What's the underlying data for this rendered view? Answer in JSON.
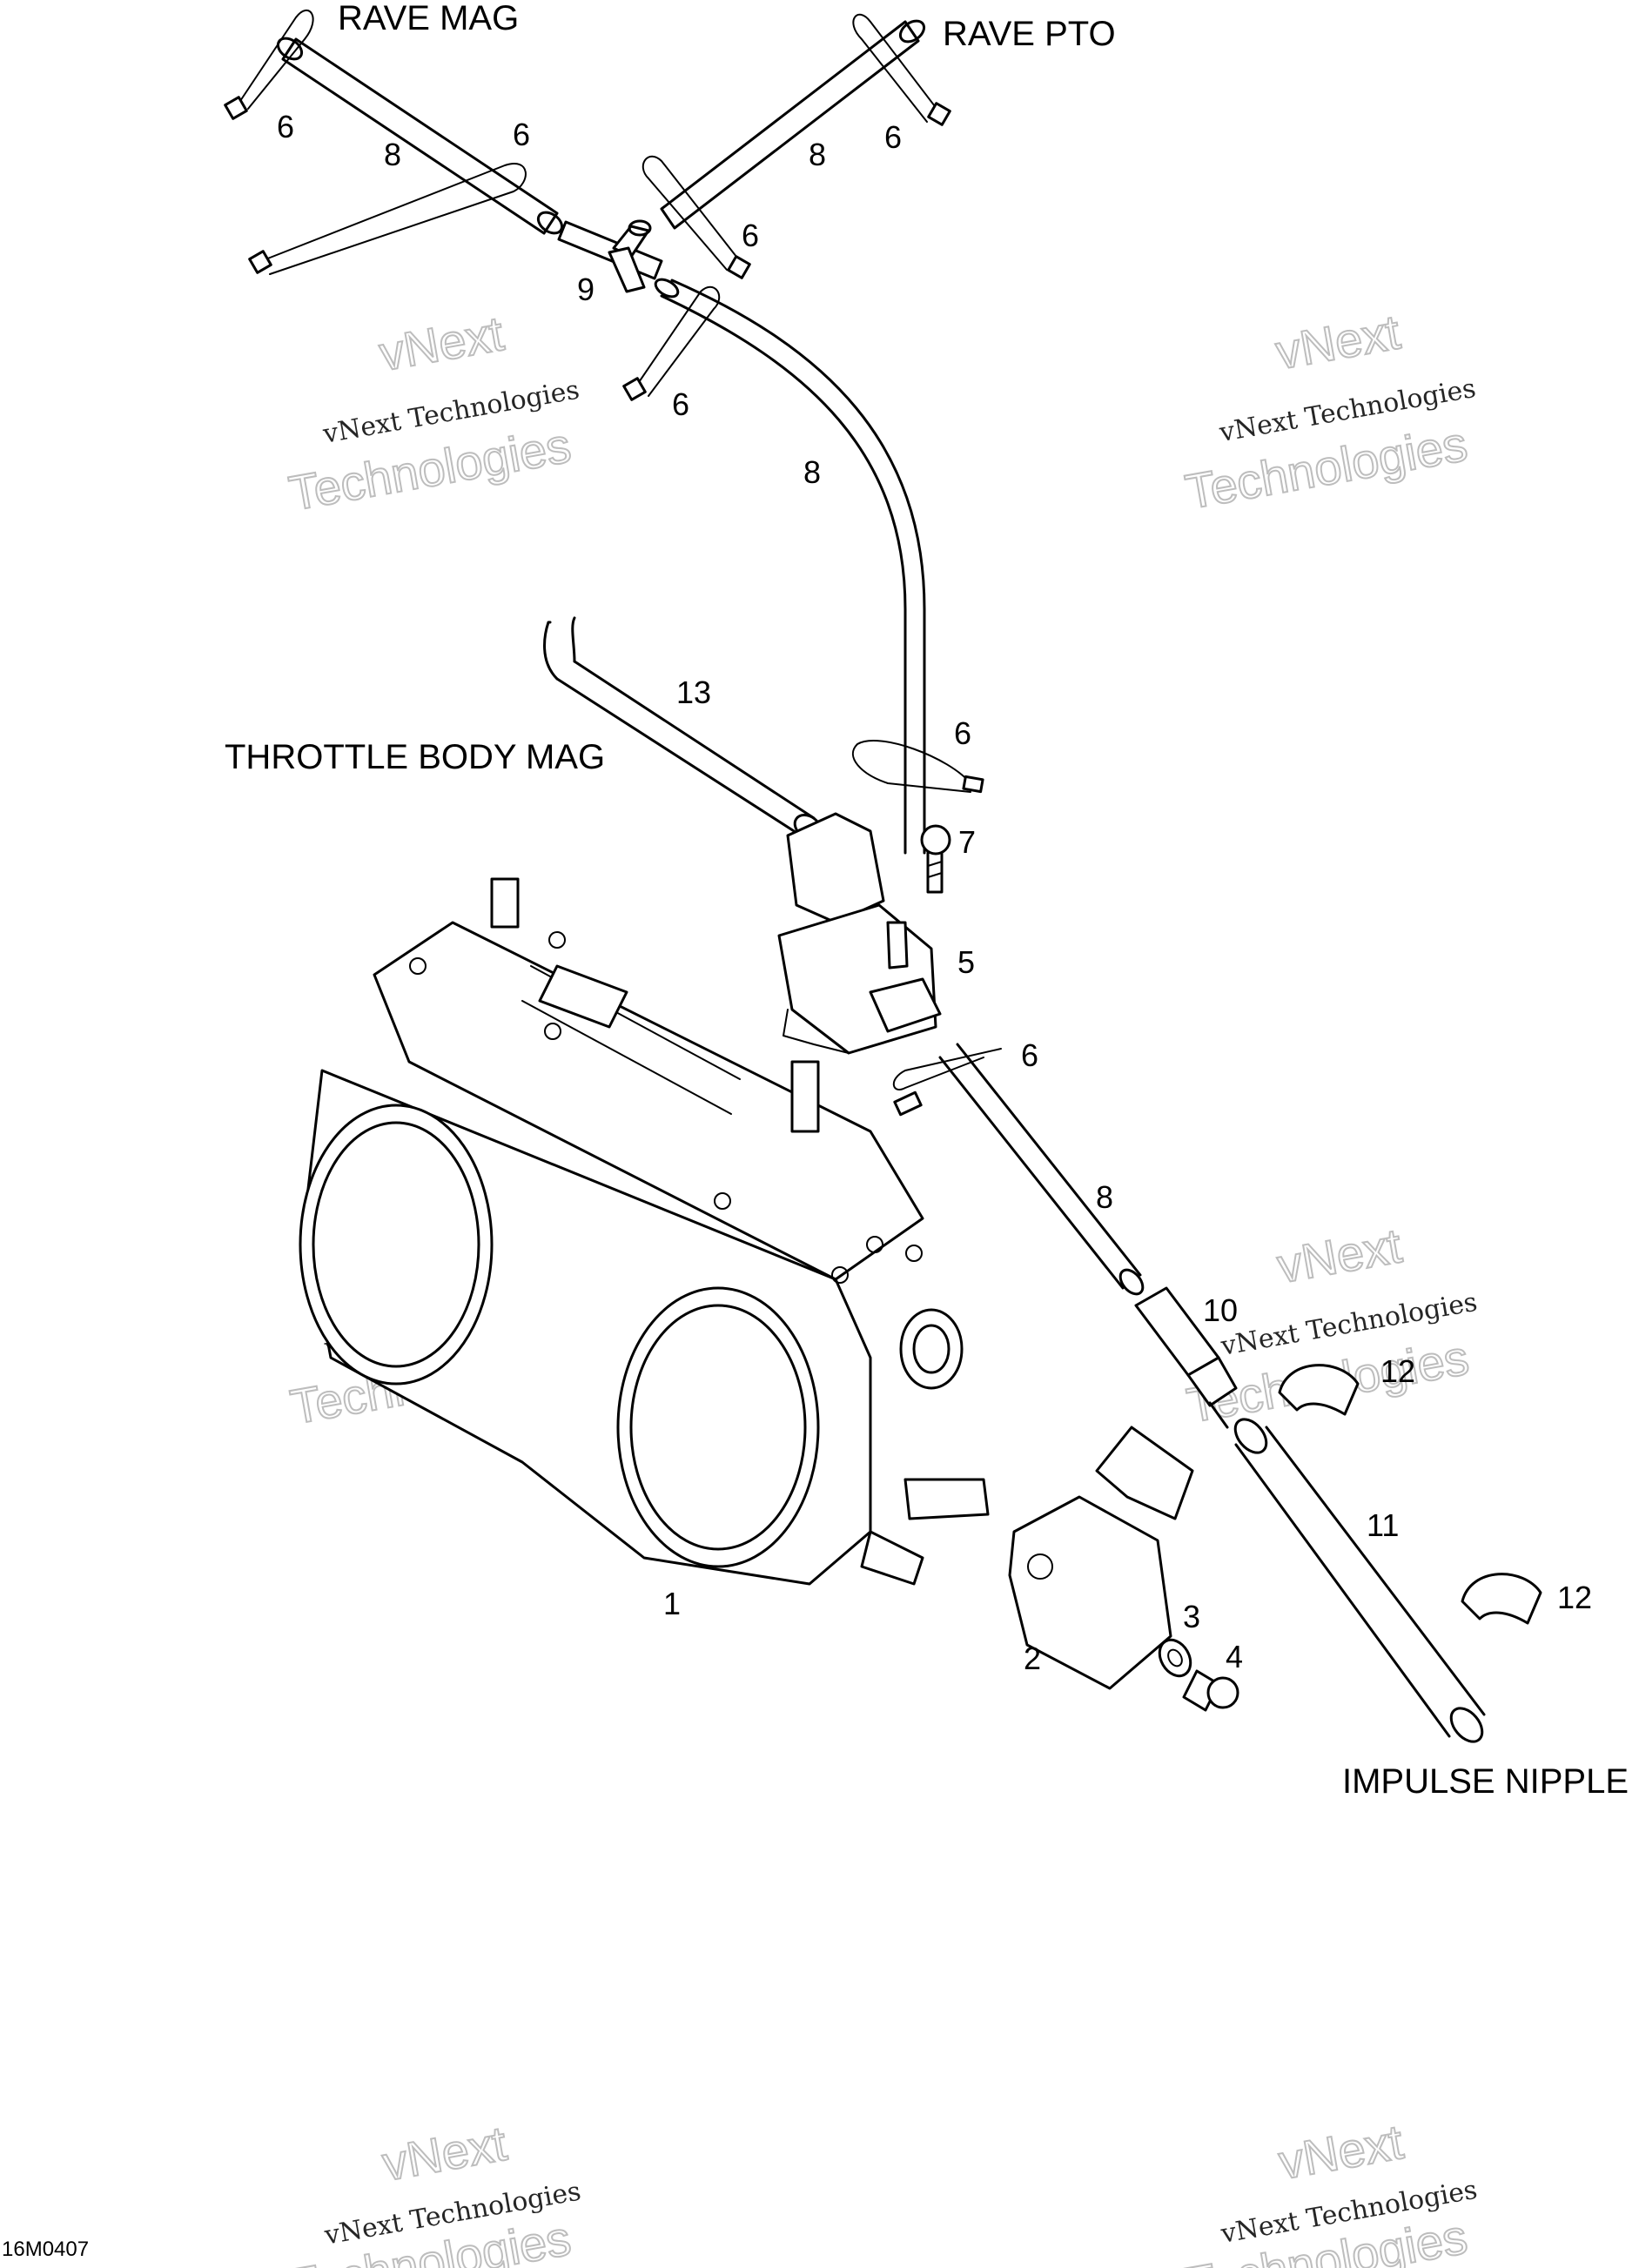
{
  "destinations": {
    "rave_mag": "RAVE MAG",
    "rave_pto": "RAVE PTO",
    "throttle_body_mag": "THROTTLE BODY MAG",
    "impulse_nipple": "IMPULSE NIPPLE"
  },
  "callouts": {
    "c1": "1",
    "c2": "2",
    "c3": "3",
    "c4": "4",
    "c5": "5",
    "c6a": "6",
    "c6b": "6",
    "c6c": "6",
    "c6d": "6",
    "c6e": "6",
    "c6f": "6",
    "c6g": "6",
    "c7": "7",
    "c8a": "8",
    "c8b": "8",
    "c8c": "8",
    "c8d": "8",
    "c9": "9",
    "c10": "10",
    "c11": "11",
    "c12a": "12",
    "c12b": "12",
    "c13": "13"
  },
  "diagram_code": "16M0407",
  "watermark": {
    "small": "vNext Technologies",
    "large_line1": "vNext",
    "large_line2": "Technologies"
  }
}
